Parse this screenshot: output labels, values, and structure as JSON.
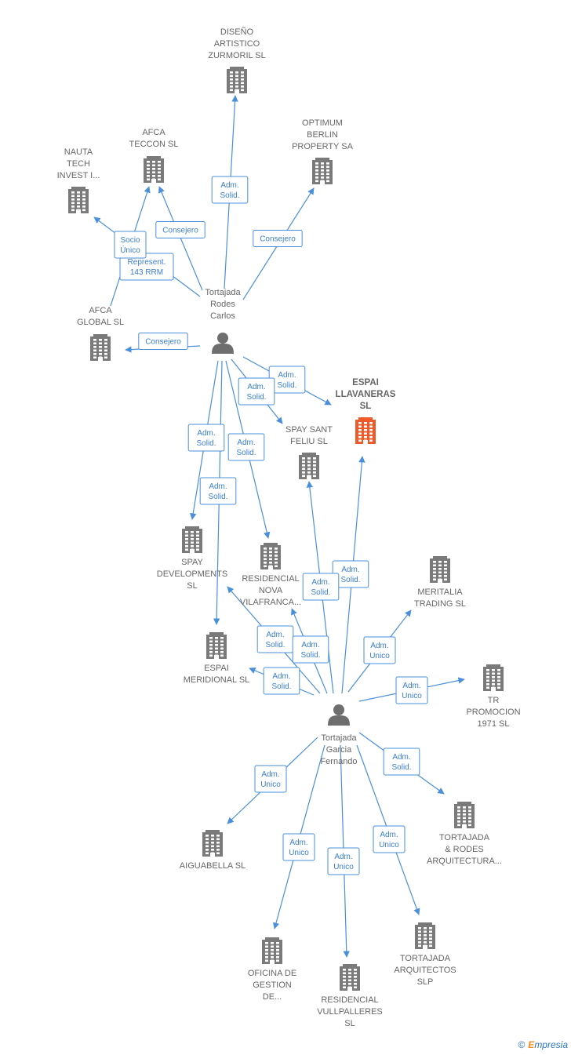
{
  "colors": {
    "edge": "#4a8fdb",
    "company": "#7a7a7a",
    "highlight": "#f05a28",
    "person": "#6e6e6e"
  },
  "nodes": [
    {
      "id": "disenyo",
      "type": "company",
      "label": [
        "DISEÑO",
        "ARTISTICO",
        "ZURMORIL  SL"
      ]
    },
    {
      "id": "optimum",
      "type": "company",
      "label": [
        "OPTIMUM",
        "BERLIN",
        "PROPERTY SA"
      ]
    },
    {
      "id": "afca_teccon",
      "type": "company",
      "label": [
        "AFCA",
        "TECCON  SL"
      ]
    },
    {
      "id": "nauta",
      "type": "company",
      "label": [
        "NAUTA",
        "TECH",
        "INVEST I..."
      ]
    },
    {
      "id": "afca_global",
      "type": "company",
      "label": [
        "AFCA",
        "GLOBAL  SL"
      ]
    },
    {
      "id": "carlos",
      "type": "person",
      "label": [
        "Tortajada",
        "Rodes",
        "Carlos"
      ]
    },
    {
      "id": "espai_llav",
      "type": "company",
      "highlight": true,
      "label": [
        "ESPAI",
        "LLAVANERAS",
        "SL"
      ]
    },
    {
      "id": "spay_sant",
      "type": "company",
      "label": [
        "SPAY SANT",
        "FELIU  SL"
      ]
    },
    {
      "id": "spay_dev",
      "type": "company",
      "label": [
        "SPAY",
        "DEVELOPMENTS",
        "SL"
      ]
    },
    {
      "id": "residencial_nova",
      "type": "company",
      "label": [
        "RESIDENCIAL",
        "NOVA",
        "VILAFRANCA..."
      ]
    },
    {
      "id": "meritalia",
      "type": "company",
      "label": [
        "MERITALIA",
        "TRADING SL"
      ]
    },
    {
      "id": "espai_merid",
      "type": "company",
      "label": [
        "ESPAI",
        "MERIDIONAL SL"
      ]
    },
    {
      "id": "tr_promocion",
      "type": "company",
      "label": [
        "TR",
        "PROMOCION",
        "1971  SL"
      ]
    },
    {
      "id": "fernando",
      "type": "person",
      "label": [
        "Tortajada",
        "Garcia",
        "Fernando"
      ]
    },
    {
      "id": "aiguabella",
      "type": "company",
      "label": [
        "AIGUABELLA SL"
      ]
    },
    {
      "id": "tortajada_rodes",
      "type": "company",
      "label": [
        "TORTAJADA",
        "& RODES",
        "ARQUITECTURA..."
      ]
    },
    {
      "id": "oficina",
      "type": "company",
      "label": [
        "OFICINA DE",
        "GESTION",
        "DE..."
      ]
    },
    {
      "id": "tortajada_arq",
      "type": "company",
      "label": [
        "TORTAJADA",
        "ARQUITECTOS",
        "SLP"
      ]
    },
    {
      "id": "residencial_vull",
      "type": "company",
      "label": [
        "RESIDENCIAL",
        "VULLPALLERES",
        "SL"
      ]
    }
  ],
  "edges": [
    {
      "from": "carlos",
      "to": "disenyo",
      "label": [
        "Adm.",
        "Solid."
      ]
    },
    {
      "from": "carlos",
      "to": "optimum",
      "label": [
        "Consejero"
      ]
    },
    {
      "from": "carlos",
      "to": "afca_teccon",
      "label": [
        "Consejero"
      ]
    },
    {
      "from": "carlos",
      "to": "nauta",
      "label": [
        "Represent.",
        "143 RRM"
      ]
    },
    {
      "from": "afca_global",
      "to": "afca_teccon",
      "label": [
        "Socio",
        "Único"
      ]
    },
    {
      "from": "carlos",
      "to": "afca_global",
      "label": [
        "Consejero"
      ]
    },
    {
      "from": "carlos",
      "to": "espai_llav",
      "label": [
        "Adm.",
        "Solid."
      ]
    },
    {
      "from": "carlos",
      "to": "spay_sant",
      "label": [
        "Adm.",
        "Solid."
      ]
    },
    {
      "from": "carlos",
      "to": "spay_dev",
      "label": [
        "Adm.",
        "Solid."
      ]
    },
    {
      "from": "carlos",
      "to": "residencial_nova",
      "label": [
        "Adm.",
        "Solid."
      ]
    },
    {
      "from": "carlos",
      "to": "espai_merid",
      "label": [
        "Adm.",
        "Solid."
      ]
    },
    {
      "from": "fernando",
      "to": "espai_llav",
      "label": [
        "Adm.",
        "Solid."
      ]
    },
    {
      "from": "fernando",
      "to": "spay_sant",
      "label": [
        "Adm.",
        "Solid."
      ]
    },
    {
      "from": "fernando",
      "to": "spay_dev",
      "label": [
        "Adm.",
        "Solid."
      ]
    },
    {
      "from": "fernando",
      "to": "residencial_nova",
      "label": [
        "Adm.",
        "Solid."
      ]
    },
    {
      "from": "fernando",
      "to": "espai_merid",
      "label": [
        "Adm.",
        "Solid."
      ]
    },
    {
      "from": "fernando",
      "to": "meritalia",
      "label": [
        "Adm.",
        "Unico"
      ]
    },
    {
      "from": "fernando",
      "to": "tr_promocion",
      "label": [
        "Adm.",
        "Unico"
      ]
    },
    {
      "from": "fernando",
      "to": "aiguabella",
      "label": [
        "Adm.",
        "Unico"
      ]
    },
    {
      "from": "fernando",
      "to": "tortajada_rodes",
      "label": [
        "Adm.",
        "Solid."
      ]
    },
    {
      "from": "fernando",
      "to": "oficina",
      "label": [
        "Adm.",
        "Unico"
      ]
    },
    {
      "from": "fernando",
      "to": "residencial_vull",
      "label": [
        "Adm.",
        "Unico"
      ]
    },
    {
      "from": "fernando",
      "to": "tortajada_arq",
      "label": [
        "Adm.",
        "Unico"
      ]
    }
  ],
  "footer": {
    "copyright": "©",
    "brand_initial": "E",
    "brand_rest": "mpresia"
  }
}
